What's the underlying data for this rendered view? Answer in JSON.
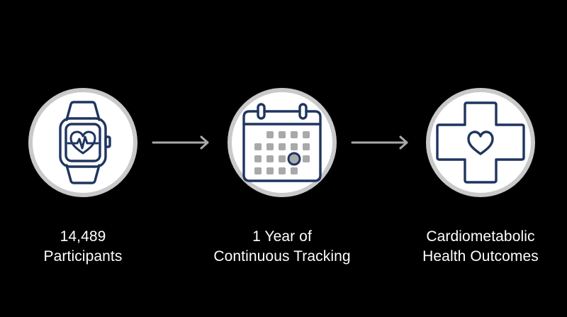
{
  "steps": [
    {
      "icon": "smartwatch-heart-icon",
      "line1": "14,489",
      "line2": "Participants"
    },
    {
      "icon": "calendar-icon",
      "line1": "1 Year of",
      "line2": "Continuous Tracking"
    },
    {
      "icon": "medical-cross-heart-icon",
      "line1": "Cardiometabolic",
      "line2": "Health Outcomes"
    }
  ],
  "colors": {
    "background": "#000000",
    "circle_fill": "#ffffff",
    "circle_ring": "#c9c9c9",
    "icon_stroke": "#1f3560",
    "calendar_dots": "#a9a9a9",
    "arrow": "#a9a9a9",
    "text": "#ffffff"
  }
}
